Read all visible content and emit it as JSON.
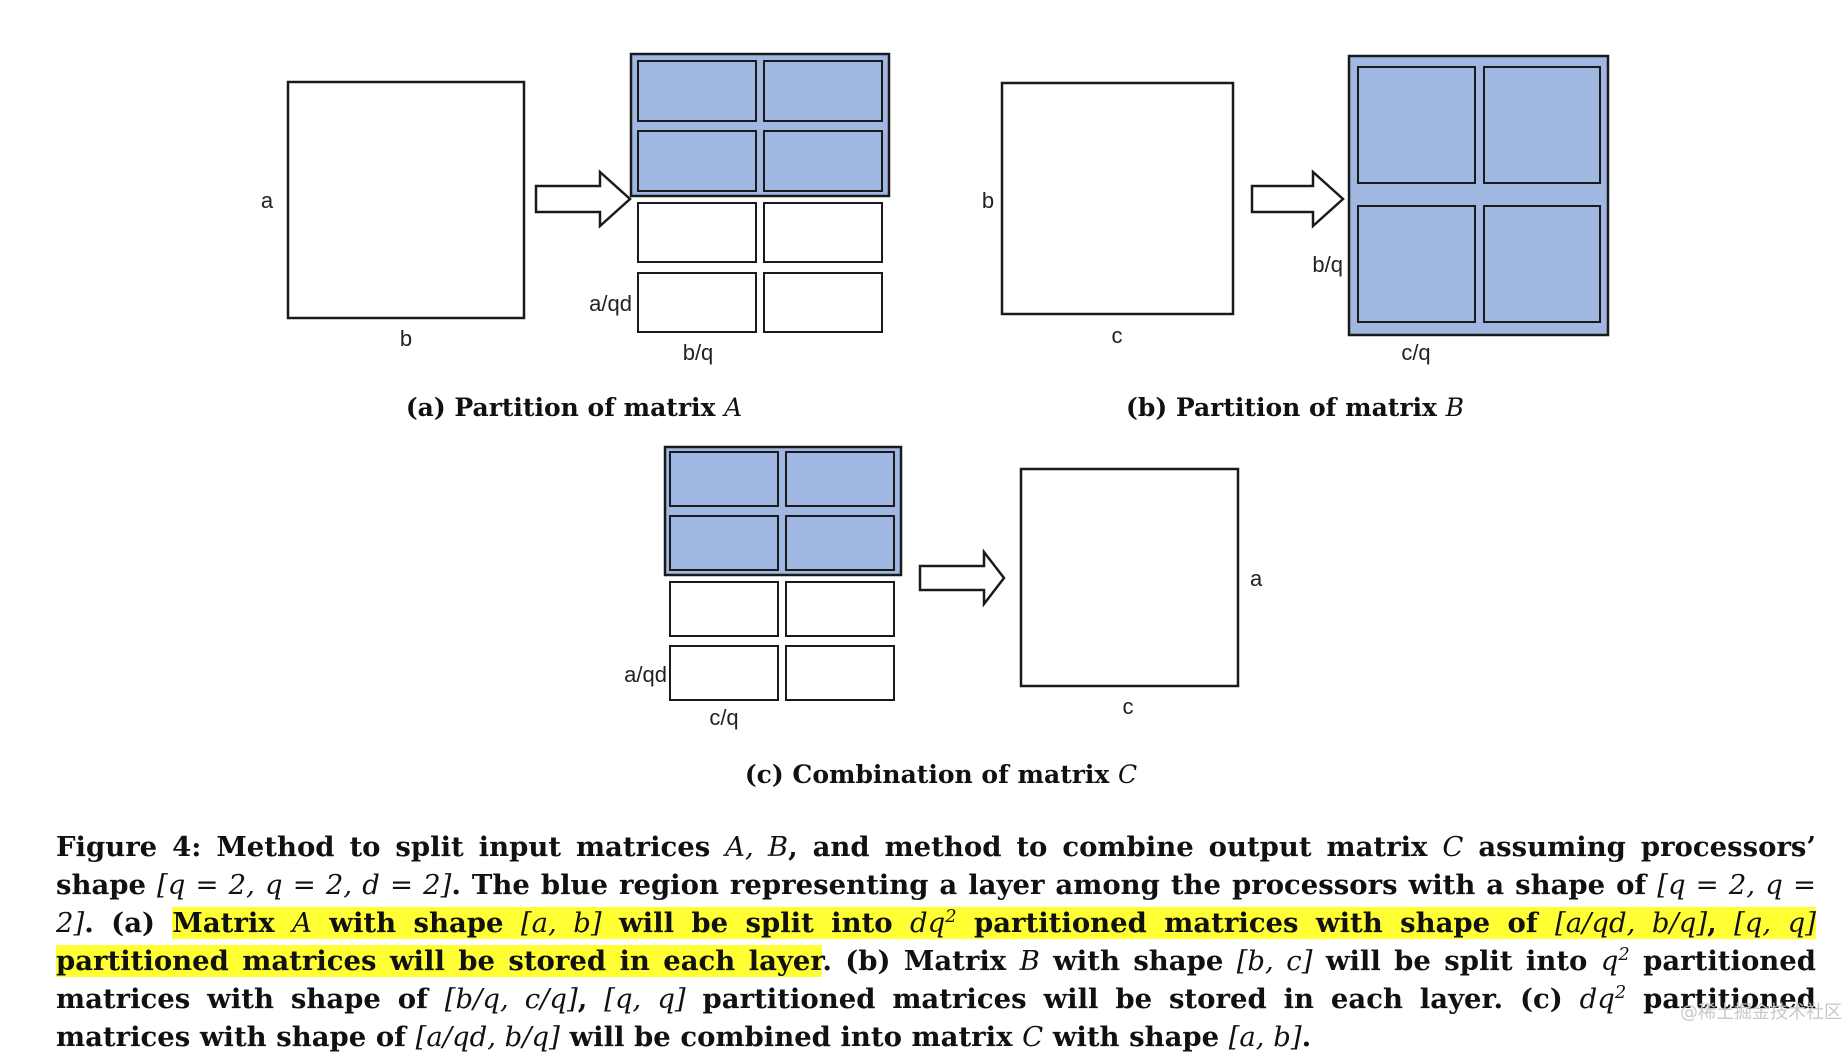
{
  "colors": {
    "block_fill": "#a0b8e1",
    "stroke": "#1a1a1a",
    "highlight": "#ffff33"
  },
  "panel_a": {
    "label_rows": "a",
    "label_cols": "b",
    "label_block_rows": "a/qd",
    "label_block_cols": "b/q",
    "caption_prefix": "(a) Partition of matrix ",
    "caption_var": "A"
  },
  "panel_b": {
    "label_rows": "b",
    "label_cols": "c",
    "label_block_rows": "b/q",
    "label_block_cols": "c/q",
    "caption_prefix": "(b) Partition of matrix ",
    "caption_var": "B"
  },
  "panel_c": {
    "label_rows": "a",
    "label_cols": "c",
    "label_block_rows": "a/qd",
    "label_block_cols": "c/q",
    "caption_prefix": "(c) Combination of matrix ",
    "caption_var": "C"
  },
  "caption": {
    "s1": "Figure 4: Method to split input matrices ",
    "m1": "A, B",
    "s2": ", and method to combine output matrix ",
    "m2": "C",
    "s3": " assuming processors’ shape ",
    "m3": "[q = 2, q = 2, d = 2]",
    "s4": ". The blue region representing a layer among the processors with a shape of ",
    "m4": "[q = 2, q = 2]",
    "s5": ". (a) ",
    "h1": "Matrix ",
    "hm1": "A",
    "h2": " with shape ",
    "hm2": "[a, b]",
    "h3": " will be split into ",
    "hm3": "dq",
    "hsup": "2",
    "h4": " partitioned matrices with shape of ",
    "hm4": "[a/qd, b/q]",
    "h5": ", ",
    "hm5": "[q, q]",
    "h6": " partitioned matrices will be stored in each layer",
    "s6": ". (b) Matrix ",
    "m6": "B",
    "s7": " with shape ",
    "m7": "[b, c]",
    "s8": " will be split into ",
    "m8": "q",
    "sup2": "2",
    "s9": " partitioned matrices with shape of ",
    "m9": "[b/q, c/q]",
    "s10": ", ",
    "m10": "[q, q]",
    "s11": " partitioned matrices will be stored in each layer. (c) ",
    "m11": "dq",
    "sup3": "2",
    "s12": " partitioned matrices with shape of ",
    "m12": "[a/qd, b/q]",
    "s13": " will be combined into matrix ",
    "m13": "C",
    "s14": " with shape ",
    "m14": "[a, b]",
    "s15": "."
  },
  "watermark": "@稀土掘金技术社区"
}
